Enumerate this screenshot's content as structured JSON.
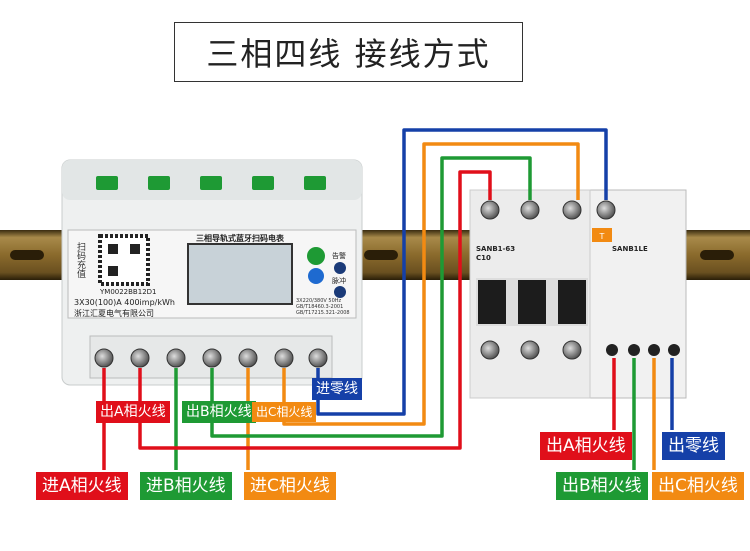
{
  "title": "三相四线 接线方式",
  "meter": {
    "side_text": "扫码充值",
    "name": "三相导轨式蓝牙扫码电表",
    "serial": "YM0022BB12D1",
    "rating": "3X30(100)A 400imp/kWh",
    "maker": "浙江汇夏电气有限公司",
    "alarm_label": "告警",
    "pulse_label": "脉冲",
    "spec": "3X220/380V 50Hz",
    "std1": "GB/T17215.321-2008",
    "std2": "GB/T18460.3-2001"
  },
  "breaker": {
    "model_left": "SANB1-63",
    "rating_left": "C10",
    "model_right": "SANB1LE",
    "test_button": "T"
  },
  "labels": {
    "neutral_in": "进零线",
    "meter_out_a": "出A相火线",
    "meter_out_b": "出B相火线",
    "meter_out_c": "出C相火线",
    "in_a": "进A相火线",
    "in_b": "进B相火线",
    "in_c": "进C相火线",
    "breaker_out_a": "出A相火线",
    "breaker_out_n": "出零线",
    "breaker_out_b": "出B相火线",
    "breaker_out_c": "出C相火线"
  },
  "colors": {
    "phase_a": "#e00f1a",
    "phase_b": "#1e9a34",
    "phase_c": "#f28a12",
    "neutral": "#1540a8"
  }
}
